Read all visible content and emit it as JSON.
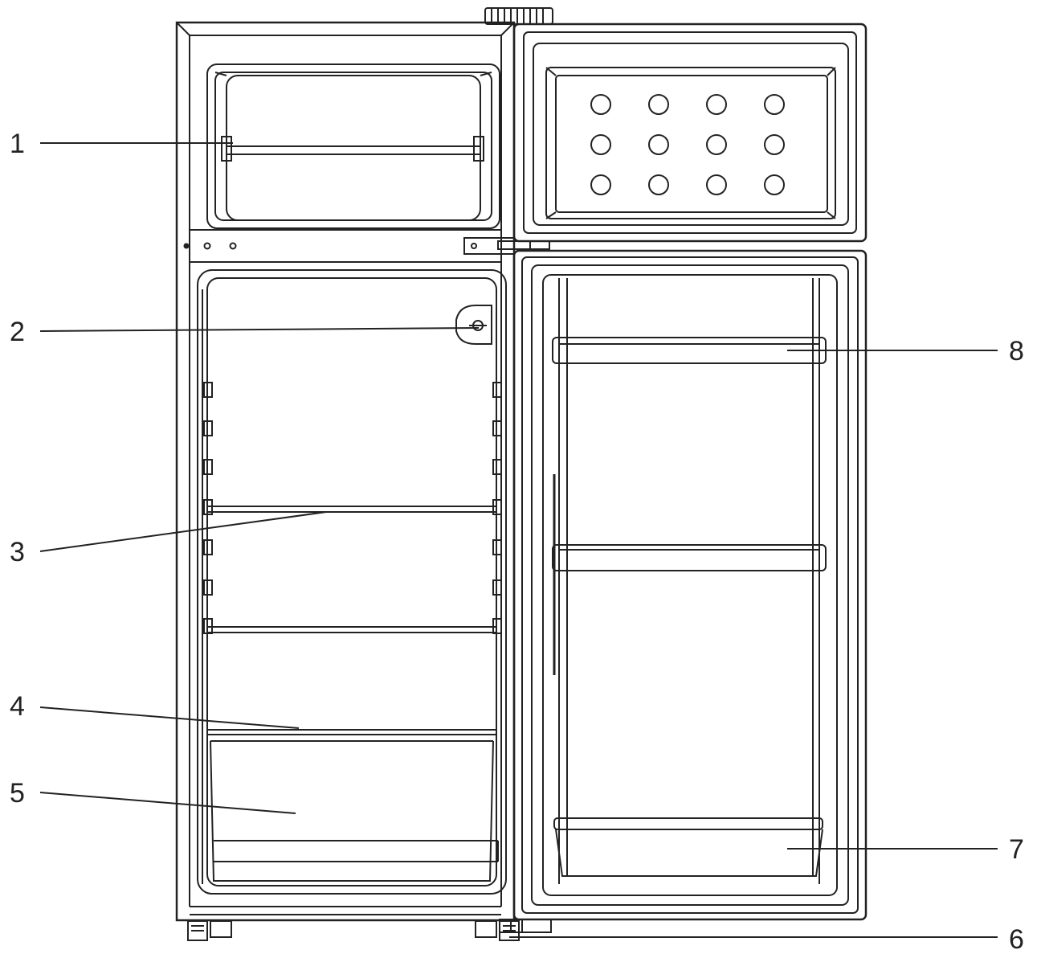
{
  "callouts": [
    {
      "id": "1",
      "label": "1"
    },
    {
      "id": "2",
      "label": "2"
    },
    {
      "id": "3",
      "label": "3"
    },
    {
      "id": "4",
      "label": "4"
    },
    {
      "id": "5",
      "label": "5"
    },
    {
      "id": "6",
      "label": "6"
    },
    {
      "id": "7",
      "label": "7"
    },
    {
      "id": "8",
      "label": "8"
    }
  ],
  "ice_tray": {
    "rows": 3,
    "cols": 4
  },
  "colors": {
    "line": "#222222",
    "background": "#ffffff"
  }
}
